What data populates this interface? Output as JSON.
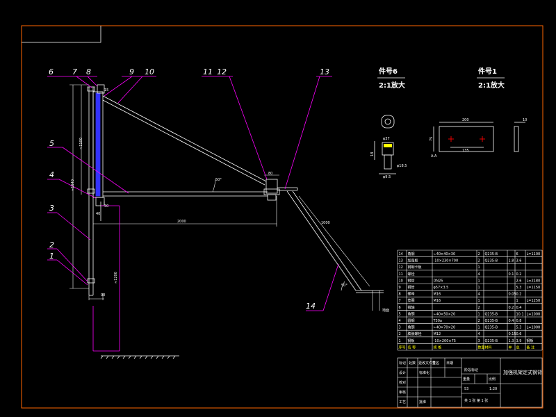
{
  "colors": {
    "background": "#000000",
    "frame": "#ff6600",
    "leader": "#ff00ff",
    "geometry": "#ffffff",
    "bar": "#3333ff",
    "table_line": "#ffffff",
    "highlight": "#ffff00",
    "hole_mark": "#ff0000"
  },
  "part_labels": [
    "1",
    "2",
    "3",
    "4",
    "5",
    "6",
    "7",
    "8",
    "9",
    "10",
    "11",
    "12",
    "13",
    "14"
  ],
  "dimensions": {
    "width_2000": "2000",
    "slant_1000": "1000",
    "angle_50_top": "50°",
    "angle_50_low": "50°",
    "height_1100": "≈1100",
    "height_1640": "≈1640",
    "len_1200": "≈1200",
    "dim_90": "90",
    "dim_40": "40",
    "dim_80": "80",
    "dim_15": "15",
    "dim_30": "30",
    "label_floor": "地面"
  },
  "details": {
    "part6": {
      "title": "件号6",
      "scale": "2:1放大",
      "dims": [
        "φ37",
        "18",
        "φ18.5",
        "φ9.5"
      ]
    },
    "part1": {
      "title": "件号1",
      "scale": "2:1放大",
      "dims": [
        "200",
        "135",
        "75",
        "10",
        "A-A"
      ]
    }
  },
  "bom": {
    "rows": [
      [
        "14",
        "角钢",
        "∟40×40×30",
        "2",
        "Q235-B",
        "",
        "6",
        "L=1100"
      ],
      [
        "13",
        "加强板",
        "-10×230×700",
        "2",
        "Q235-B",
        "1.8",
        "3.6",
        ""
      ],
      [
        "12",
        "钢制卡板",
        "",
        "1",
        "",
        "",
        "",
        ""
      ],
      [
        "11",
        "螺栓",
        "",
        "4",
        "",
        "0.1",
        "0.2",
        ""
      ],
      [
        "10",
        "钢管",
        "DN25",
        "1",
        "",
        "",
        "2.6",
        "L=2180"
      ],
      [
        "9",
        "钢管",
        "φ57×3.5",
        "1",
        "",
        "",
        "5.3",
        "L=1150"
      ],
      [
        "8",
        "螺母",
        "M16",
        "4",
        "",
        "0.05",
        "0.2",
        ""
      ],
      [
        "7",
        "垫圈",
        "M16",
        "1",
        "",
        "",
        "1",
        "L=1250"
      ],
      [
        "6",
        "销轴",
        "",
        "2",
        "",
        "0.2",
        "0.4",
        ""
      ],
      [
        "5",
        "角钢",
        "∟40×50×20",
        "1",
        "Q235-B",
        "",
        "10.1",
        "L=1000"
      ],
      [
        "4",
        "圆钢",
        "T30a",
        "2",
        "Q235-B",
        "0.4",
        "0.8",
        ""
      ],
      [
        "3",
        "角钢",
        "∟40×70×20",
        "1",
        "Q235-B",
        "",
        "5.3",
        "L=1000"
      ],
      [
        "2",
        "膨胀螺栓",
        "M12",
        "4",
        "",
        "0.15",
        "0.6",
        ""
      ],
      [
        "1",
        "钢板",
        "-10×200×75",
        "3",
        "Q235-B",
        "1.3",
        "3.9",
        "钢板"
      ]
    ],
    "header": [
      "序号",
      "名  称",
      "规  格",
      "数量",
      "材料",
      "单",
      "总",
      "备  注"
    ]
  },
  "title_block": {
    "drawing_name": "加强机架定式钢背",
    "rows": [
      [
        "标记",
        "处数",
        "更改文件号",
        "签名",
        "日期"
      ],
      [
        "设计",
        "",
        "标准化",
        ""
      ],
      [
        "校对",
        "",
        "",
        ""
      ],
      [
        "审核",
        "",
        "",
        ""
      ],
      [
        "工艺",
        "",
        "批准",
        ""
      ]
    ],
    "stage": "阶段标记",
    "weight": "重量",
    "scale_label": "比例",
    "weight_val": "53",
    "scale_val": "1:20",
    "sheet": "共 1 张   第 1 张"
  }
}
